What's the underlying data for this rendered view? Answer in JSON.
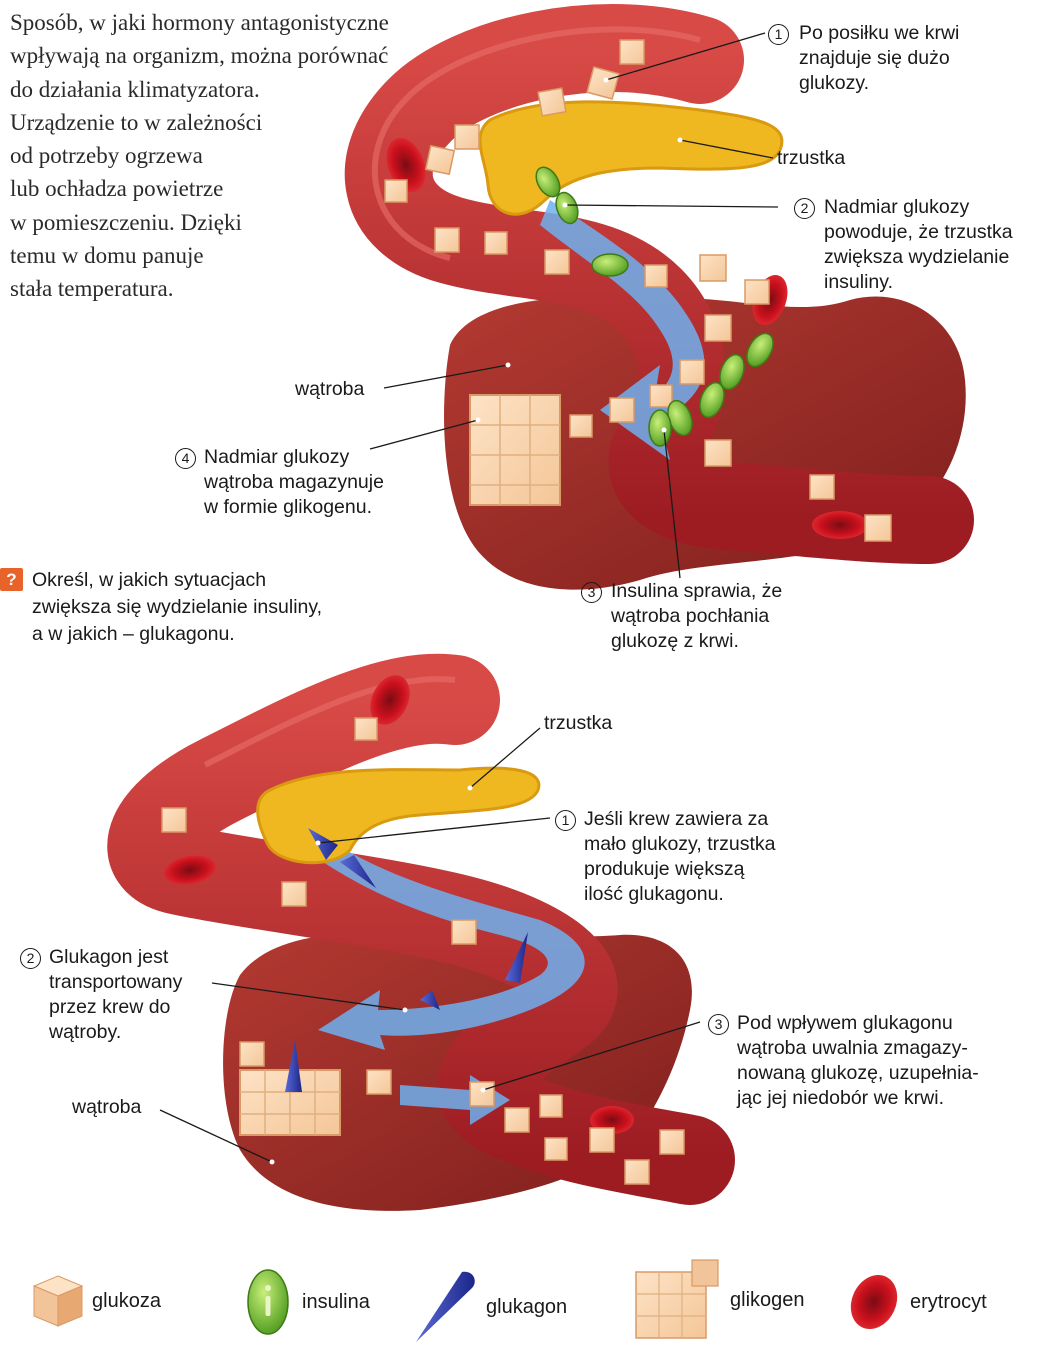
{
  "intro_text": [
    "Sposób, w jaki hormony antagonistyczne",
    "wpływają na organizm, można porównać",
    "do działania klimatyzatora.",
    "Urządzenie to w zależności",
    "od potrzeby ogrzewa",
    "lub ochładza powietrze",
    "w pomieszczeniu. Dzięki",
    "temu w domu panuje",
    "stała temperatura."
  ],
  "top_diagram": {
    "step1": {
      "number": "1",
      "lines": [
        "Po posiłku we krwi",
        "znajduje się dużo",
        "glukozy."
      ]
    },
    "pancreas_label": "trzustka",
    "step2": {
      "number": "2",
      "lines": [
        "Nadmiar glukozy",
        "powoduje, że trzustka",
        "zwiększa wydzielanie",
        "insuliny."
      ]
    },
    "liver_label": "wątroba",
    "step4": {
      "number": "4",
      "lines": [
        "Nadmiar glukozy",
        "wątroba magazynuje",
        "w formie glikogenu."
      ]
    },
    "step3": {
      "number": "3",
      "lines": [
        "Insulina sprawia, że",
        "wątroba pochłania",
        "glukozę z krwi."
      ]
    }
  },
  "question": {
    "icon": "?",
    "lines": [
      "Określ, w jakich sytuacjach",
      "zwiększa się wydzielanie insuliny,",
      "a w jakich – glukagonu."
    ]
  },
  "bottom_diagram": {
    "pancreas_label": "trzustka",
    "step1": {
      "number": "1",
      "lines": [
        "Jeśli krew zawiera za",
        "mało glukozy, trzustka",
        "produkuje większą",
        "ilość glukagonu."
      ]
    },
    "step2": {
      "number": "2",
      "lines": [
        "Glukagon jest",
        "transportowany",
        "przez krew do",
        "wątroby."
      ]
    },
    "step3": {
      "number": "3",
      "lines": [
        "Pod wpływem glukagonu",
        "wątroba uwalnia zmagazy-",
        "nowaną glukozę, uzupełnia-",
        "jąc jej niedobór we krwi."
      ]
    },
    "liver_label": "wątroba"
  },
  "legend": [
    {
      "icon": "glucose-cube-icon",
      "label": "glukoza"
    },
    {
      "icon": "insulin-pill-icon",
      "label": "insulina"
    },
    {
      "icon": "glucagon-cone-icon",
      "label": "glukagon"
    },
    {
      "icon": "glycogen-block-icon",
      "label": "glikogen"
    },
    {
      "icon": "erythrocyte-icon",
      "label": "erytrocyt"
    }
  ],
  "colors": {
    "vessel": "#b8232a",
    "vessel_light": "#e0504f",
    "liver": "#9a2a26",
    "pancreas": "#f0b820",
    "glucose": "#f2c49a",
    "insulin": "#7ec23a",
    "glucagon": "#2a3aa8",
    "flow_arrow": "#5aa0e6",
    "question_badge": "#e8632a"
  }
}
